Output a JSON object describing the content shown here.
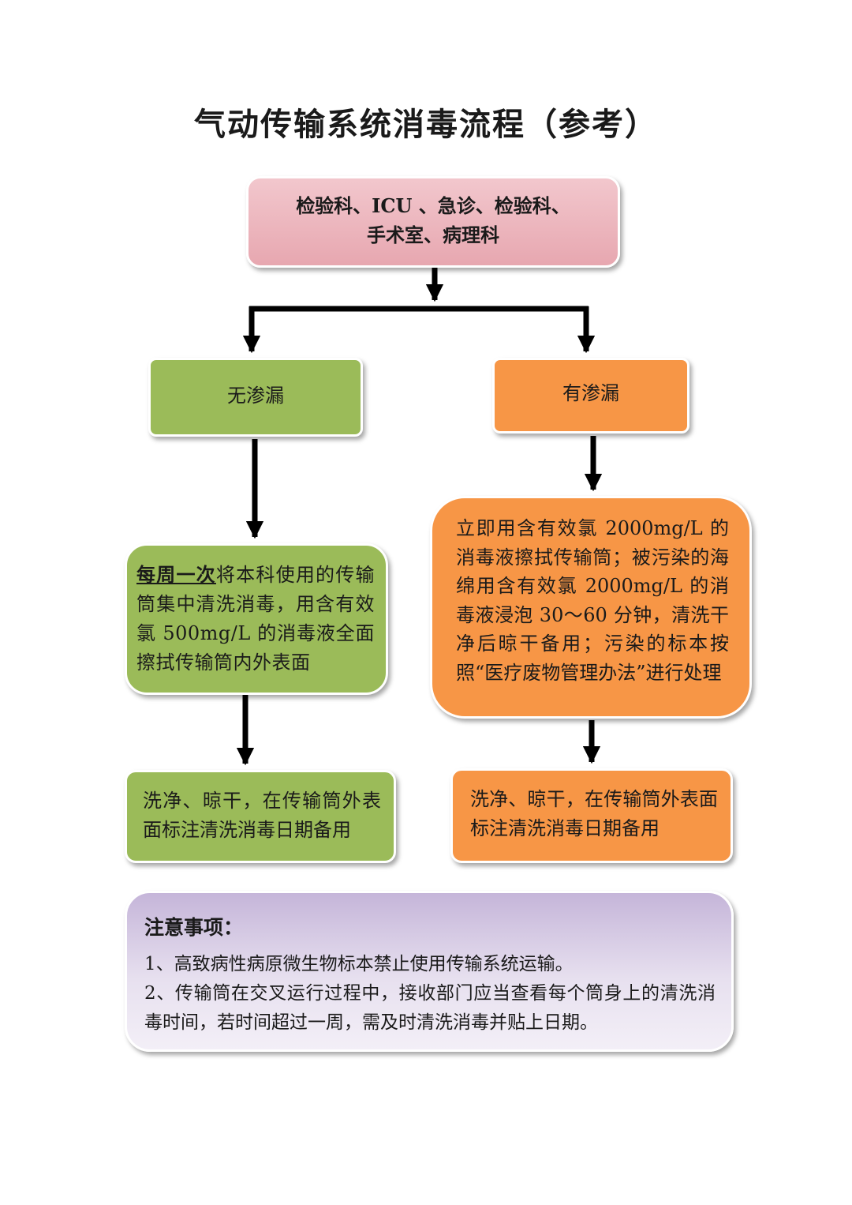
{
  "title": "气动传输系统消毒流程（参考）",
  "start_box": {
    "line1": "检验科、ICU 、急诊、检验科、",
    "line2": "手术室、病理科"
  },
  "branches": {
    "no_leak": {
      "label": "无渗漏",
      "step1_emphasis": "每周一次",
      "step1_text": "将本科使用的传输筒集中清洗消毒，用含有效氯 500mg/L 的消毒液全面擦拭传输筒内外表面",
      "step2_text": "洗净、晾干，在传输筒外表面标注清洗消毒日期备用"
    },
    "leak": {
      "label": "有渗漏",
      "step1_text": "立即用含有效氯 2000mg/L 的消毒液擦拭传输筒；被污染的海绵用含有效氯 2000mg/L 的消毒液浸泡 30～60 分钟，清洗干净后晾干备用；污染的标本按照“医疗废物管理办法”进行处理",
      "step2_text": "洗净、晾干，在传输筒外表面标注清洗消毒日期备用"
    }
  },
  "notes": {
    "heading": "注意事项：",
    "items": [
      "1、高致病性病原微生物标本禁止使用传输系统运输。",
      "2、传输筒在交叉运行过程中，接收部门应当查看每个筒身上的清洗消毒时间，若时间超过一周，需及时清洗消毒并贴上日期。"
    ]
  },
  "colors": {
    "start_box": "#e7a7b0",
    "no_leak": "#9bbb59",
    "leak": "#f79646",
    "notes": "#c5b5d9",
    "arrow": "#000000"
  }
}
